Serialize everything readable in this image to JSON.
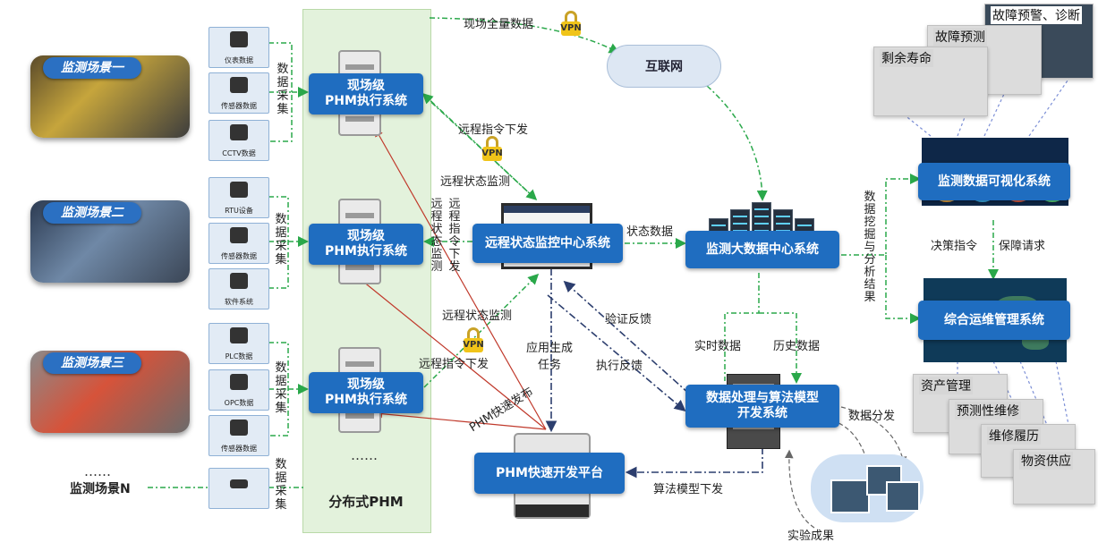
{
  "column": {
    "label": "分布式PHM"
  },
  "scenes": [
    {
      "title": "监测场景一",
      "sensors": [
        "仪表数据",
        "传感器数据",
        "CCTV数据"
      ],
      "collect": "数据采集"
    },
    {
      "title": "监测场景二",
      "sensors": [
        "RTU设备",
        "传感器数据",
        "软件系统"
      ],
      "collect": "数据采集"
    },
    {
      "title": "监测场景三",
      "sensors": [
        "PLC数据",
        "OPC数据",
        "传感器数据"
      ],
      "collect": "数据采集"
    },
    {
      "title": "监测场景N",
      "sensors": [
        ""
      ],
      "collect": "数据采集"
    }
  ],
  "ellipsis": "……",
  "phm_systems": [
    "现场级\nPHM执行系统",
    "现场级\nPHM执行系统",
    "现场级\nPHM执行系统"
  ],
  "boxes": {
    "remote_center": "远程状态监控中心系统",
    "bigdata_center": "监测大数据中心系统",
    "visualization": "监测数据可视化系统",
    "ops_mgmt": "综合运维管理系统",
    "processing": "数据处理与算法模型\n开发系统",
    "platform": "PHM快速开发平台"
  },
  "cloud": "互联网",
  "vpn": "VPN",
  "labels": {
    "full_data": "现场全量数据",
    "remote_cmd_top": "远程指令下发",
    "remote_status_top": "远程状态监测",
    "remote_status_v": "远程状态监测",
    "remote_cmd_v": "远程指令下发",
    "status_data": "状态数据",
    "remote_status_bottom": "远程状态监测",
    "remote_cmd_bottom": "远程指令下发",
    "app_task": "应用生成任务",
    "verify_feedback": "验证反馈",
    "exec_feedback": "执行反馈",
    "phm_release": "PHM快速发布",
    "realtime": "实时数据",
    "history": "历史数据",
    "algo_deploy": "算法模型下发",
    "data_dist": "数据分发",
    "experiment": "实验成果",
    "mining": "数据挖掘与分析结果",
    "decision": "决策指令",
    "support": "保障请求"
  },
  "thumbnails": {
    "top": [
      "故障预警、诊断",
      "故障预测",
      "剩余寿命"
    ],
    "bottom": [
      "资产管理",
      "预测性维修",
      "维修履历",
      "物资供应"
    ]
  }
}
